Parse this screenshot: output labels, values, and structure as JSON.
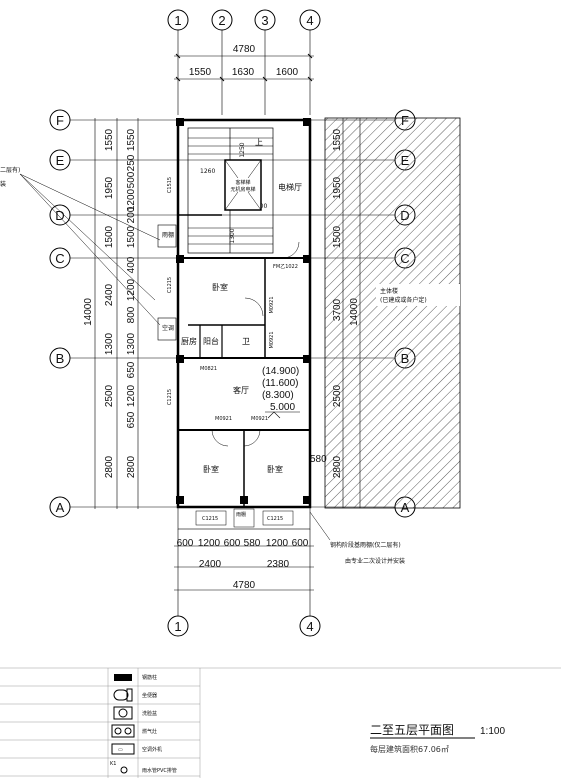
{
  "title": "二至五层平面图",
  "scale": "1:100",
  "area_note": "每层建筑面积67.06㎡",
  "axes": {
    "columns": [
      "1",
      "2",
      "3",
      "4"
    ],
    "rows": [
      "F",
      "E",
      "D",
      "C",
      "B",
      "A"
    ]
  },
  "dims": {
    "top_total": "4780",
    "top_parts": [
      "1550",
      "1630",
      "1600"
    ],
    "bottom_total": "4780",
    "bottom_parts": [
      "2400",
      "2380"
    ],
    "bottom_segments": [
      "600",
      "1200",
      "600",
      "580",
      "1200",
      "600"
    ],
    "left_total": "14000",
    "left_outer": [
      "1550",
      "1950",
      "1500",
      "2400",
      "1300",
      "2500",
      "2800"
    ],
    "left_inner": [
      "1550",
      "250",
      "500",
      "1200",
      "200",
      "1500",
      "400",
      "1200",
      "800",
      "1300",
      "650",
      "1200",
      "650",
      "2800"
    ],
    "right_total": "14000",
    "right_outer": [
      "1550",
      "1950",
      "1500",
      "3700",
      "2500",
      "2800"
    ],
    "right_partial": "580"
  },
  "rooms": {
    "bedroom_mid": "卧室",
    "living": "客厅",
    "kitchen": "厨房",
    "balcony": "阳台",
    "wc": "卫",
    "bedroom_left": "卧室",
    "bedroom_right": "卧室",
    "elevator_hall": "电梯厅",
    "up": "上",
    "stair_1260": "1260",
    "stair_1250": "1250",
    "stair_1300a": "1300",
    "stair_1300b": "1300",
    "elevator_label": "无机房电梯",
    "elevator_label2": "客梯梯",
    "rainshed": "雨棚",
    "aircon": "空调",
    "neighbor": "主体楼",
    "neighbor_sub": "(已建成或各户定)"
  },
  "elevations": [
    "(14.900)",
    "(11.600)",
    "(8.300)",
    "5.000"
  ],
  "doors": {
    "fm": "FM乙1022",
    "m0921a": "M0921",
    "m0921b": "M0921",
    "m0821": "M0821",
    "m0921c": "M0921",
    "m0921d": "M0921",
    "c1515": "C1515",
    "c1215a": "C1215",
    "c1215b": "C1215",
    "c1215c": "C1215",
    "c1215d": "C1215"
  },
  "bottom_labels": {
    "rainshed": "雨棚",
    "note1": "钢构阶段基雨棚(仅二层有)",
    "note2": "由专业二次设计并安装"
  },
  "left_notes": {
    "note1": "二层有)",
    "note2": "装"
  },
  "legend": [
    {
      "label": "钢筋柱"
    },
    {
      "label": "坐便器"
    },
    {
      "label": "洗脸盆"
    },
    {
      "label": "燃气灶"
    },
    {
      "label": "空调外机"
    },
    {
      "label": "雨水管PVC排管",
      "code": "K1"
    }
  ]
}
